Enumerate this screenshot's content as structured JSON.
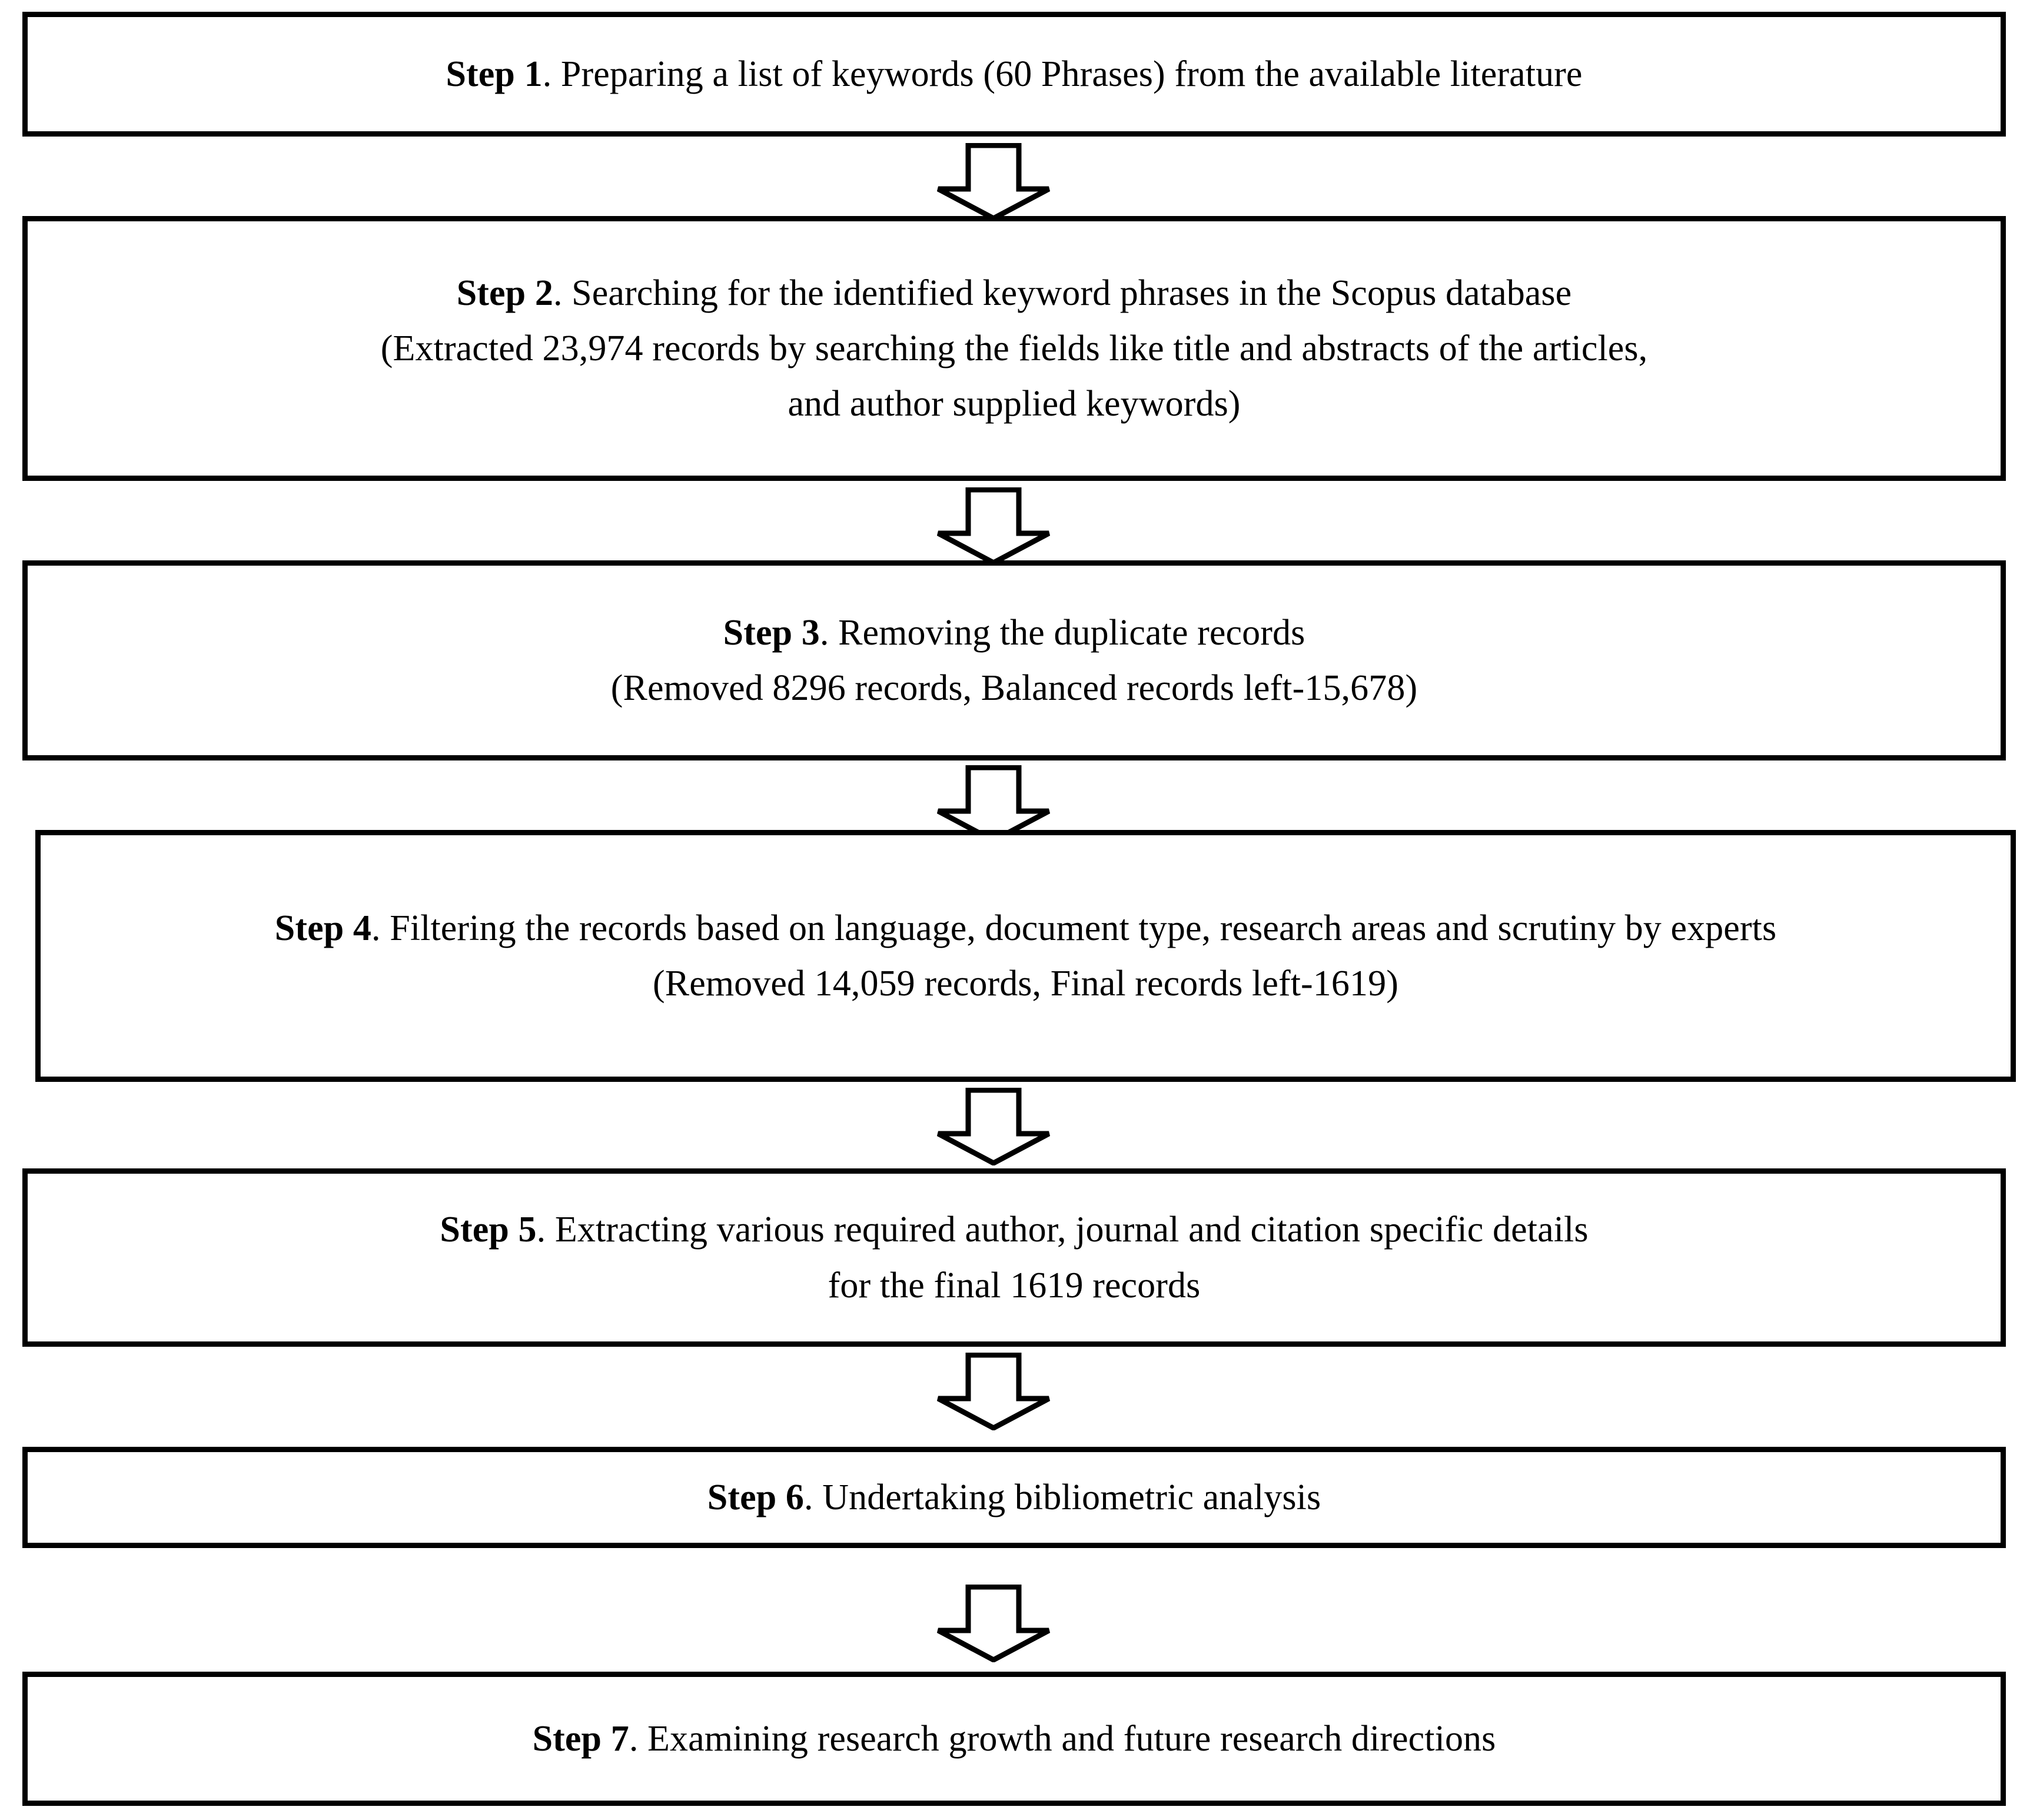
{
  "diagram": {
    "type": "flowchart",
    "orientation": "vertical",
    "title": "Bibliometric research methodology steps",
    "colors": {
      "box_border": "#000000",
      "box_fill": "#FFFFFF",
      "arrow_stroke": "#000000",
      "arrow_fill": "#FFFFFF",
      "text": "#000000"
    },
    "steps": [
      {
        "id": "step-1",
        "label": "Step 1",
        "lines": [
          {
            "bold_prefix": "Step 1",
            "rest": ". Preparing a list of keywords (60 Phrases) from the available literature"
          }
        ]
      },
      {
        "id": "step-2",
        "label": "Step 2",
        "lines": [
          {
            "bold_prefix": "Step 2",
            "rest": ". Searching for the identified keyword phrases in the Scopus database"
          },
          {
            "bold_prefix": "",
            "rest": "(Extracted 23,974 records by searching the fields like title and abstracts of the articles,"
          },
          {
            "bold_prefix": "",
            "rest": "and author supplied keywords)"
          }
        ]
      },
      {
        "id": "step-3",
        "label": "Step 3",
        "lines": [
          {
            "bold_prefix": "Step 3",
            "rest": ". Removing the duplicate records"
          },
          {
            "bold_prefix": "",
            "rest": "(Removed 8296 records, Balanced records left-15,678)"
          }
        ]
      },
      {
        "id": "step-4",
        "label": "Step 4",
        "lines": [
          {
            "bold_prefix": "Step 4",
            "rest": ". Filtering the records based on language, document type, research areas and scrutiny by experts"
          },
          {
            "bold_prefix": "",
            "rest": "(Removed 14,059 records, Final records left-1619)"
          }
        ]
      },
      {
        "id": "step-5",
        "label": "Step 5",
        "lines": [
          {
            "bold_prefix": "Step 5",
            "rest": ". Extracting various required author, journal and citation specific details"
          },
          {
            "bold_prefix": "",
            "rest": "for the final 1619 records"
          }
        ]
      },
      {
        "id": "step-6",
        "label": "Step 6",
        "lines": [
          {
            "bold_prefix": "Step 6",
            "rest": ". Undertaking bibliometric analysis"
          }
        ]
      },
      {
        "id": "step-7",
        "label": "Step 7",
        "lines": [
          {
            "bold_prefix": "Step 7",
            "rest": ". Examining research growth and future research directions"
          }
        ]
      }
    ],
    "connectors": [
      {
        "id": "arrow-1",
        "from": "step-1",
        "to": "step-2",
        "icon": "down-block-arrow-icon"
      },
      {
        "id": "arrow-2",
        "from": "step-2",
        "to": "step-3",
        "icon": "down-block-arrow-icon"
      },
      {
        "id": "arrow-3",
        "from": "step-3",
        "to": "step-4",
        "icon": "down-block-arrow-icon"
      },
      {
        "id": "arrow-4",
        "from": "step-4",
        "to": "step-5",
        "icon": "down-block-arrow-icon"
      },
      {
        "id": "arrow-5",
        "from": "step-5",
        "to": "step-6",
        "icon": "down-block-arrow-icon"
      },
      {
        "id": "arrow-6",
        "from": "step-6",
        "to": "step-7",
        "icon": "down-block-arrow-icon"
      }
    ]
  }
}
